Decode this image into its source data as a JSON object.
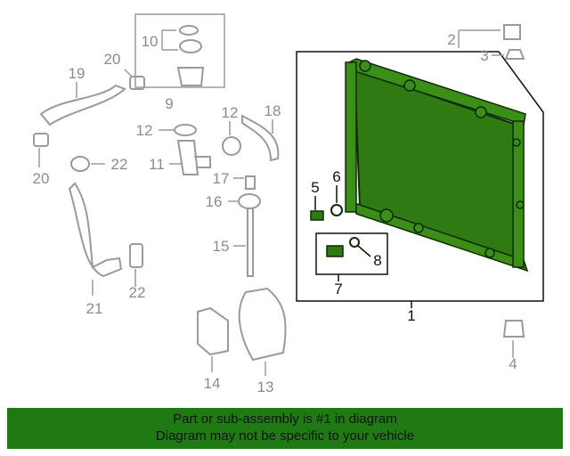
{
  "callouts": {
    "c1": "1",
    "c2": "2",
    "c3": "3",
    "c4": "4",
    "c5": "5",
    "c6": "6",
    "c7": "7",
    "c8": "8",
    "c9": "9",
    "c10": "10",
    "c11": "11",
    "c12a": "12",
    "c12b": "12",
    "c13": "13",
    "c14": "14",
    "c15": "15",
    "c16": "16",
    "c17": "17",
    "c18": "18",
    "c19": "19",
    "c20a": "20",
    "c20b": "20",
    "c21": "21",
    "c22a": "22",
    "c22b": "22"
  },
  "footer": {
    "line1": "Part or sub-assembly is #1 in diagram",
    "line2": "Diagram may not be specific to your vehicle"
  },
  "colors": {
    "highlight": "#2f7a12",
    "part_line": "#9a9a9a",
    "footer_bg": "#1f7a13"
  }
}
